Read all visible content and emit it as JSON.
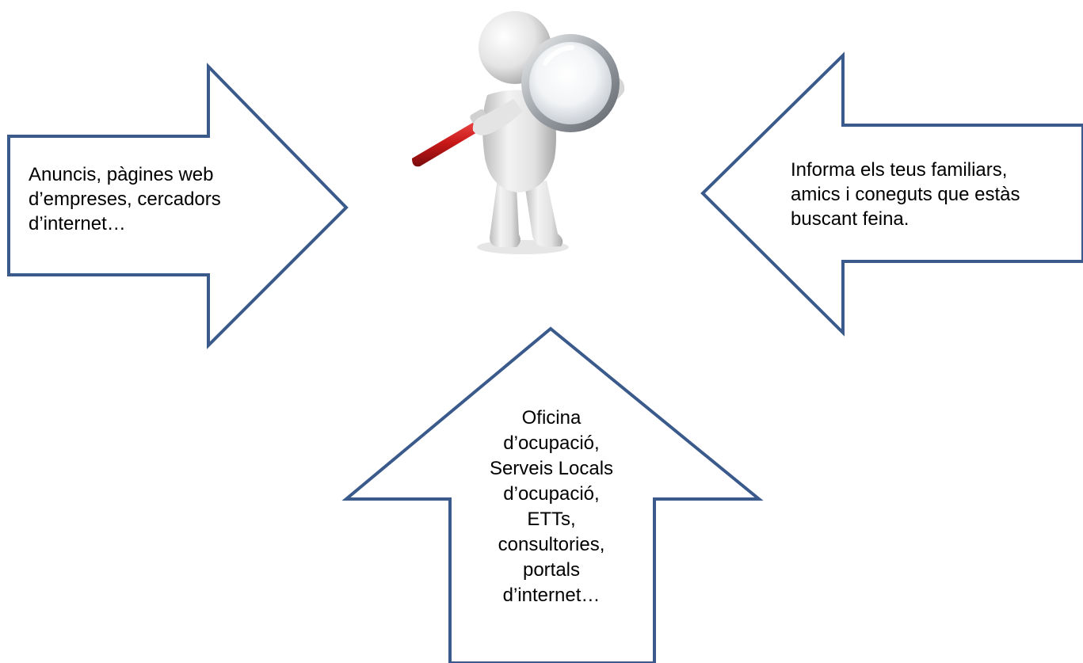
{
  "left_arrow": {
    "lines": [
      "Anuncis, pàgines web",
      "d’empreses, cercadors",
      "d’internet…"
    ]
  },
  "right_arrow": {
    "lines": [
      "Informa els teus familiars,",
      "amics i coneguts que  estàs",
      "buscant feina."
    ]
  },
  "bottom_arrow": {
    "lines": [
      "Oficina",
      "d’ocupació,",
      "Serveis Locals",
      "d’ocupació,",
      "ETTs,",
      "consultories,",
      "portals",
      "d’internet…"
    ]
  },
  "colors": {
    "arrow_outline": "#3a5a8c",
    "arrow_fill": "#ffffff",
    "text": "#000000"
  },
  "center_figure": {
    "icon": "person-with-magnifying-glass-icon"
  }
}
